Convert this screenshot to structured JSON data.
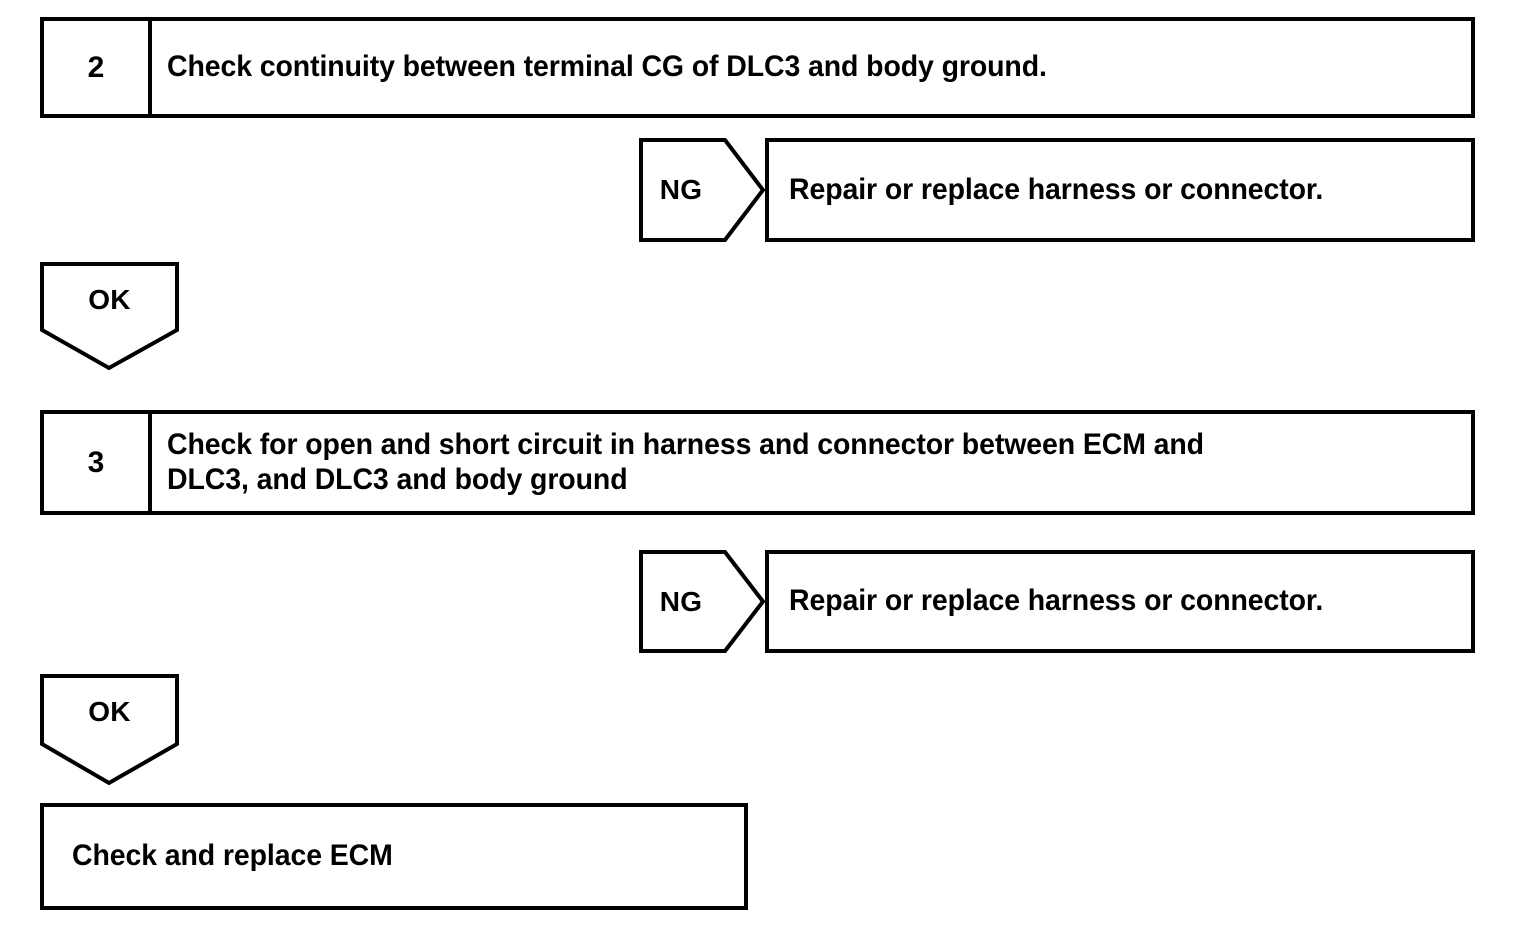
{
  "diagram": {
    "kind": "troubleshooting-flowchart",
    "steps": [
      {
        "number": "2",
        "instruction": "Check continuity between terminal CG of DLC3 and body ground."
      },
      {
        "number": "3",
        "instruction": "Check for open and short circuit in harness and connector between ECM and\nDLC3, and DLC3 and body ground"
      }
    ],
    "branches": [
      {
        "result_label": "NG",
        "action": "Repair or replace harness or connector."
      },
      {
        "result_label": "NG",
        "action": "Repair or replace harness or connector."
      }
    ],
    "pass_labels": [
      {
        "label": "OK"
      },
      {
        "label": "OK"
      }
    ],
    "final": {
      "action": "Check and replace ECM"
    },
    "colors": {
      "stroke": "#000000",
      "background": "#ffffff",
      "text": "#000000"
    }
  }
}
